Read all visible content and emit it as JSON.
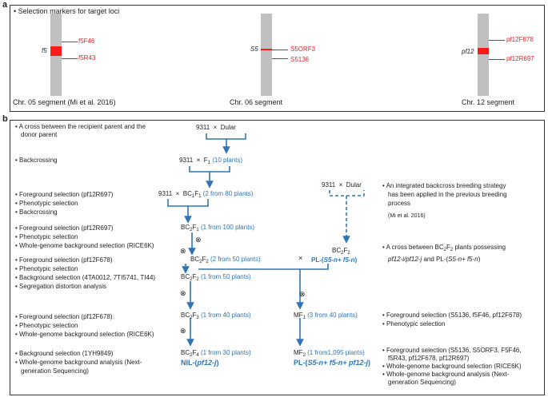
{
  "panels": {
    "a": {
      "label": "a",
      "heading": "Selection markers for target loci",
      "chr05": {
        "gene": "f5",
        "markers": [
          "f5F46",
          "f5R43"
        ],
        "caption": "Chr. 05 segment (Mi et al. 2016)"
      },
      "chr06": {
        "gene": "S5",
        "markers": [
          "S5ORF3",
          "S5136"
        ],
        "caption": "Chr. 06 segment"
      },
      "chr12": {
        "gene": "pf12",
        "markers": [
          "pf12F678",
          "pf12R697"
        ],
        "caption": "Chr. 12 segment"
      }
    },
    "b": {
      "label": "b",
      "left": {
        "cross": [
          "A cross between the recipient parent and the",
          "donor parent"
        ],
        "backcrossing": "Backcrossing",
        "g3": [
          "Foreground selection (pf12R697)",
          "Phenotypic selection",
          "Backcrossing"
        ],
        "g4": [
          "Foreground selection (pf12R697)",
          "Phenotypic selection",
          "Whole-genome background selection (RICE6K)"
        ],
        "g5": [
          "Foreground selection (pf12F678)",
          "Phenotypic selection",
          "Background selection (4TA0012, 7TI5741, TI44)",
          "Segregation distortion analysis"
        ],
        "g6": [
          "Foreground selection (pf12F678)",
          "Phenotypic selection",
          "Whole-genome background selection (RICE6K)"
        ],
        "g7": [
          "Background selection (1YH9849)",
          "Whole-genome background analysis (Next-",
          "generation Sequencing)"
        ]
      },
      "right": {
        "r1": [
          "An integrated backcross breeding strategy",
          "has been applied in the previous breeding",
          "process"
        ],
        "r1_ref": "(Mi et al. 2016)",
        "r2_a": "A cross between BC",
        "r2_b": "F",
        "r2_c": " plants possessing",
        "r2_d": "pf12-i/pf12-j",
        "r2_e": " and PL-(",
        "r2_f": "S5-n+ f5-n",
        "r2_g": ")",
        "r3": [
          "Foreground selection (S5136, f5F46, pf12F678)",
          "Phenotypic selection"
        ],
        "r4": [
          "Foreground selection (S5136, S5ORF3, F5F46,",
          "f5R43, pf12F678, pf12R697)",
          "Whole-genome background selection (RICE6K)",
          "Whole-genome background analysis (Next-",
          "generation Sequencing)"
        ]
      },
      "nodes": {
        "p9311": "9311",
        "times": "×",
        "dular": "Dular",
        "f1": "F",
        "f1_sub": "1",
        "f1_count": "(10 plants)",
        "bc1": "BC",
        "bc1_count": "(2 from 80 plants)",
        "bc2f1_count": "(1 from 100 plants)",
        "bc2f2_count": "(2 from 50 plants)",
        "bc2f2b_count": "(1 from 50 plants)",
        "bc2f3_count": "(1 from 40 plants)",
        "bc2f4_count": "(1 from 30 plants)",
        "mf1": "MF",
        "mf1_count": "(3 from 40 plants)",
        "mf2_count": "(1 from1,095 plants)",
        "selfing": "⊗",
        "nil_a": "NIL-(",
        "nil_b": "pf12-j",
        "nil_c": ")",
        "pl1_a": "PL-(",
        "pl1_b": "S5-n+ f5-n",
        "pl1_c": ")",
        "pl2_a": "PL-(",
        "pl2_b": "S5-n+ f5-n+ pf12-j",
        "pl2_c": ")",
        "sub1": "1",
        "sub2": "2",
        "sub3": "3",
        "sub4": "4",
        "subF": "F"
      }
    }
  },
  "colors": {
    "blue": "#2e75b6",
    "red": "#ff1a1a",
    "chromosome": "#c0c0c0"
  }
}
